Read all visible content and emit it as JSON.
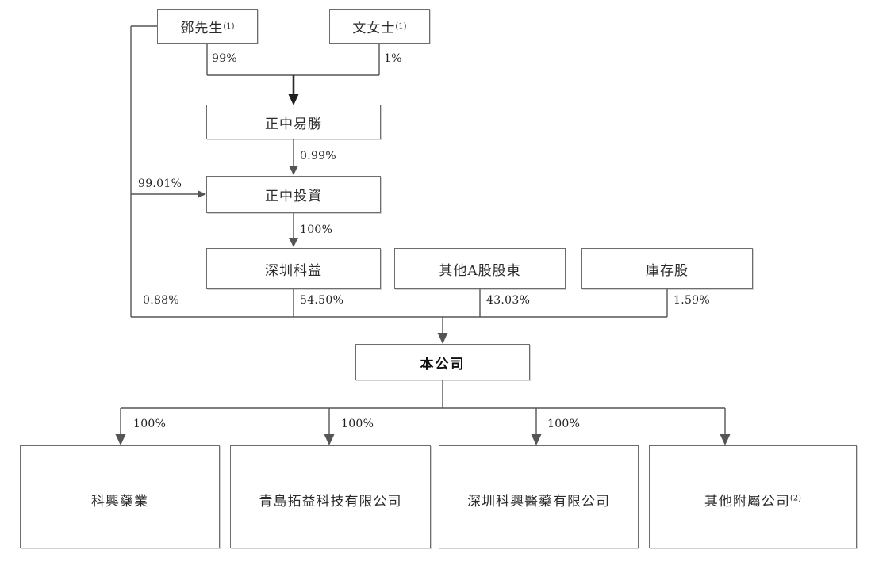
{
  "diagram": {
    "type": "organizational-shareholding-chart",
    "nodes": {
      "deng": {
        "label": "鄧先生",
        "note": "(1)"
      },
      "wen": {
        "label": "文女士",
        "note": "(1)"
      },
      "zhengzhong_yisheng": {
        "label": "正中易勝"
      },
      "zhengzhong_touzi": {
        "label": "正中投資"
      },
      "shenzhen_keyi": {
        "label": "深圳科益"
      },
      "other_a_shareholders": {
        "label": "其他A股股東"
      },
      "treasury_shares": {
        "label": "庫存股"
      },
      "company": {
        "label": "本公司"
      },
      "kexing_yaoye": {
        "label": "科興藥業"
      },
      "qingdao_tuoyi": {
        "label": "青島拓益科技有限公司"
      },
      "shenzhen_kexing": {
        "label": "深圳科興醫藥有限公司"
      },
      "other_subsidiaries": {
        "label": "其他附屬公司",
        "note": "(2)"
      }
    },
    "edges": {
      "deng_to_yisheng": "99%",
      "wen_to_yisheng": "1%",
      "yisheng_to_touzi": "0.99%",
      "deng_to_touzi": "99.01%",
      "touzi_to_keyi": "100%",
      "deng_to_company": "0.88%",
      "keyi_to_company": "54.50%",
      "othera_to_company": "43.03%",
      "treasury_to_company": "1.59%",
      "company_to_kexing_yaoye": "100%",
      "company_to_qingdao_tuoyi": "100%",
      "company_to_shenzhen_kexing": "100%"
    }
  }
}
